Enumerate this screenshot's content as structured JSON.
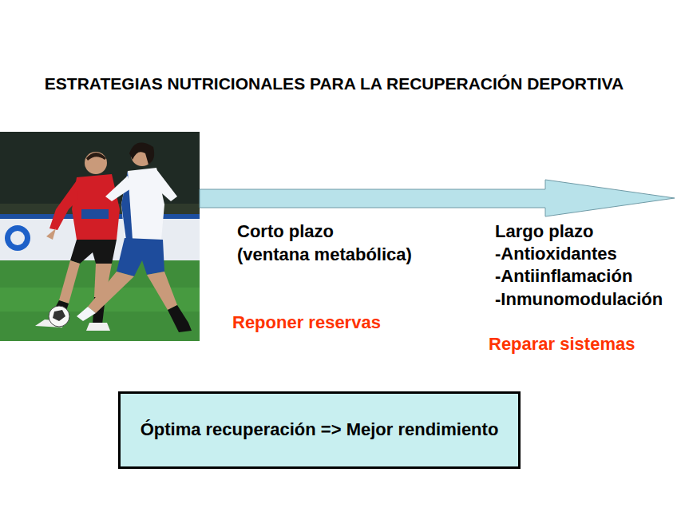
{
  "diagram": {
    "title": "ESTRATEGIAS NUTRICIONALES PARA LA RECUPERACIÓN DEPORTIVA",
    "nodes": [
      {
        "text": [
          "Óptima recuperación => Mejor rendimiento"
        ]
      }
    ],
    "labels": [
      "Corto plazo",
      "(ventana metabólica)",
      "Largo plazo",
      "-Antioxidantes",
      "-Antiinflamación",
      "-Inmunomodulación",
      "Reponer reservas",
      "Reparar sistemas"
    ]
  }
}
